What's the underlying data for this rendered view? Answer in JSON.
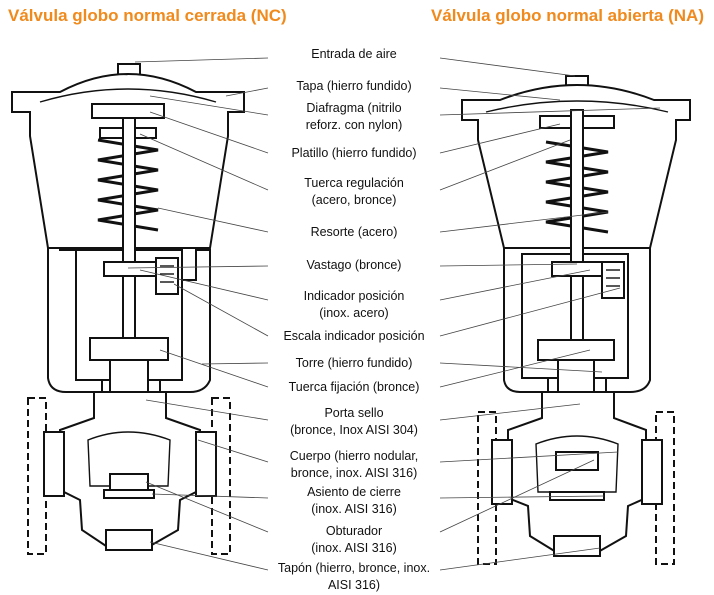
{
  "titles": {
    "left": "Válvula globo normal cerrada (NC)",
    "right": "Válvula globo normal abierta (NA)"
  },
  "colors": {
    "title": "#f08a1c",
    "line": "#111111",
    "background": "#ffffff"
  },
  "labels": [
    {
      "id": "entrada-aire",
      "lines": [
        "Entrada de aire"
      ]
    },
    {
      "id": "tapa",
      "lines": [
        "Tapa (hierro fundido)"
      ]
    },
    {
      "id": "diafragma",
      "lines": [
        "Diafragma (nitrilo",
        "reforz. con nylon)"
      ]
    },
    {
      "id": "platillo",
      "lines": [
        "Platillo (hierro fundido)"
      ]
    },
    {
      "id": "tuerca-regulacion",
      "lines": [
        "Tuerca regulación",
        "(acero, bronce)"
      ]
    },
    {
      "id": "resorte",
      "lines": [
        "Resorte (acero)"
      ]
    },
    {
      "id": "vastago",
      "lines": [
        "Vastago (bronce)"
      ]
    },
    {
      "id": "indicador-posicion",
      "lines": [
        "Indicador posición",
        "(inox. acero)"
      ]
    },
    {
      "id": "escala-indicador",
      "lines": [
        "Escala indicador posición"
      ]
    },
    {
      "id": "torre",
      "lines": [
        "Torre (hierro fundido)"
      ]
    },
    {
      "id": "tuerca-fijacion",
      "lines": [
        "Tuerca fijación (bronce)"
      ]
    },
    {
      "id": "porta-sello",
      "lines": [
        "Porta sello",
        "(bronce, Inox AISI 304)"
      ]
    },
    {
      "id": "cuerpo",
      "lines": [
        "Cuerpo (hierro nodular,",
        "bronce, inox. AISI 316)"
      ]
    },
    {
      "id": "asiento-cierre",
      "lines": [
        "Asiento de cierre",
        "(inox. AISI 316)"
      ]
    },
    {
      "id": "obturador",
      "lines": [
        "Obturador",
        "(inox. AISI 316)"
      ]
    },
    {
      "id": "tapon",
      "lines": [
        "Tapón (hierro, bronce, inox.",
        "AISI 316)"
      ]
    }
  ]
}
